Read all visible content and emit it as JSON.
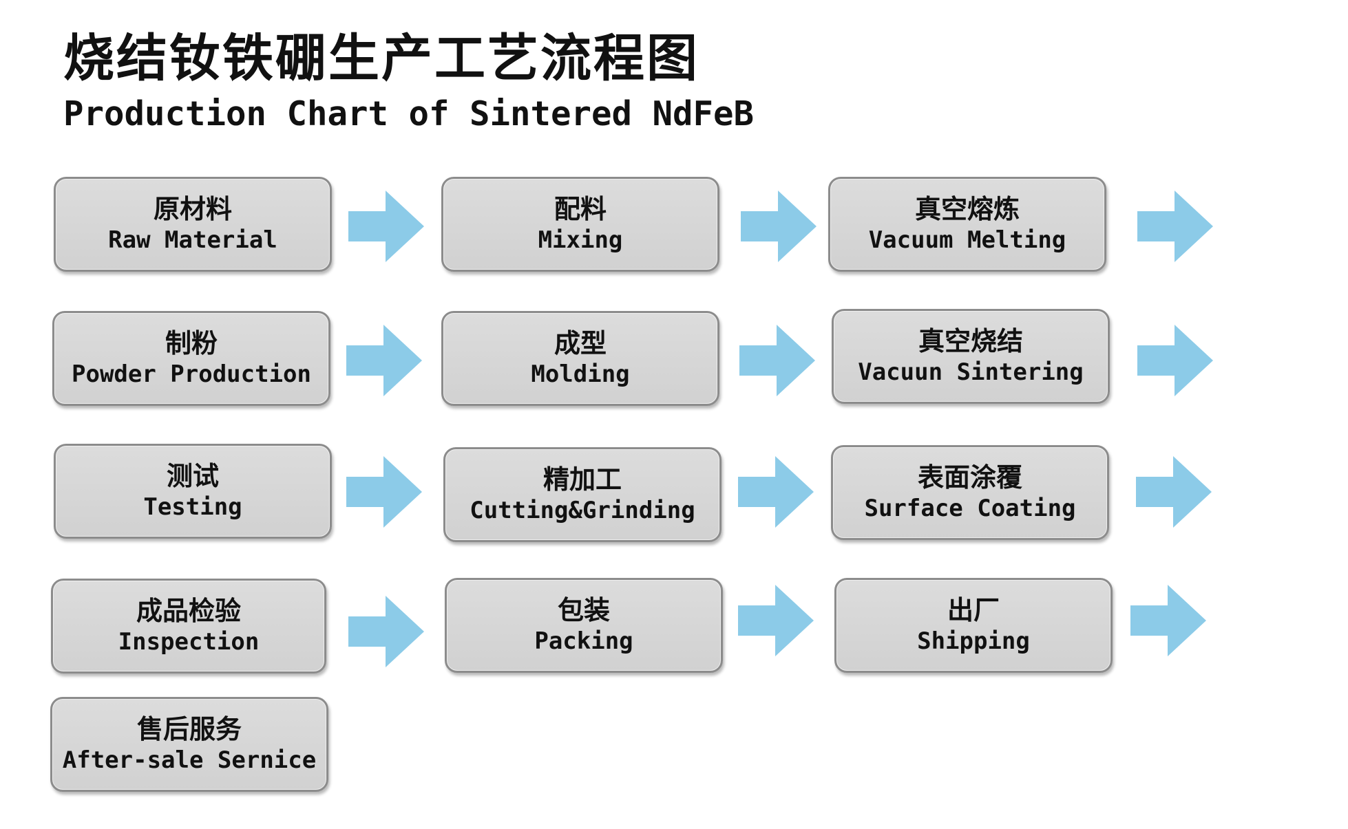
{
  "title": {
    "chinese": "烧结钕铁硼生产工艺流程图",
    "english": "Production Chart of Sintered NdFeB"
  },
  "colors": {
    "arrow": "#8ccbe8",
    "box_fill": "#d6d6d6",
    "box_border": "#8c8c8c",
    "text": "#111111"
  },
  "steps": [
    {
      "cn": "原材料",
      "en": "Raw Material"
    },
    {
      "cn": "配料",
      "en": "Mixing"
    },
    {
      "cn": "真空熔炼",
      "en": "Vacuum Melting"
    },
    {
      "cn": "制粉",
      "en": "Powder Production"
    },
    {
      "cn": "成型",
      "en": "Molding"
    },
    {
      "cn": "真空烧结",
      "en": "Vacuun Sintering"
    },
    {
      "cn": "测试",
      "en": "Testing"
    },
    {
      "cn": "精加工",
      "en": "Cutting&Grinding"
    },
    {
      "cn": "表面涂覆",
      "en": "Surface Coating"
    },
    {
      "cn": "成品检验",
      "en": "Inspection"
    },
    {
      "cn": "包装",
      "en": "Packing"
    },
    {
      "cn": "出厂",
      "en": "Shipping"
    },
    {
      "cn": "售后服务",
      "en": "After-sale Sernice"
    }
  ],
  "arrow_icon": "right-arrow-icon"
}
